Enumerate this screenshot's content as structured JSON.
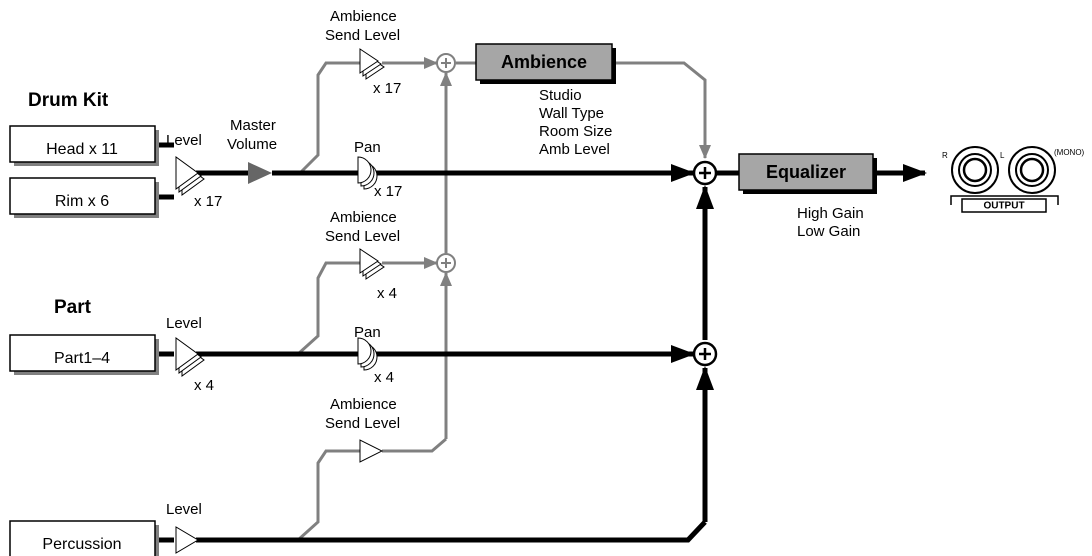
{
  "sections": {
    "drum_kit": "Drum Kit",
    "part": "Part"
  },
  "sources": {
    "head": "Head x 11",
    "rim": "Rim x 6",
    "part": "Part1–4",
    "percussion": "Percussion"
  },
  "labels": {
    "level": "Level",
    "master_volume_1": "Master",
    "master_volume_2": "Volume",
    "pan": "Pan",
    "amb_send_1": "Ambience",
    "amb_send_2": "Send Level",
    "x17": "x 17",
    "x4": "x 4"
  },
  "ambience": {
    "title": "Ambience",
    "params": [
      "Studio",
      "Wall Type",
      "Room Size",
      "Amb Level"
    ]
  },
  "equalizer": {
    "title": "Equalizer",
    "params": [
      "High Gain",
      "Low Gain"
    ]
  },
  "output": {
    "label": "OUTPUT",
    "r": "R",
    "l": "L",
    "mono": "(MONO)"
  },
  "colors": {
    "signal_main": "#000000",
    "signal_send": "#808080",
    "effect_box": "#a6a6a6"
  }
}
